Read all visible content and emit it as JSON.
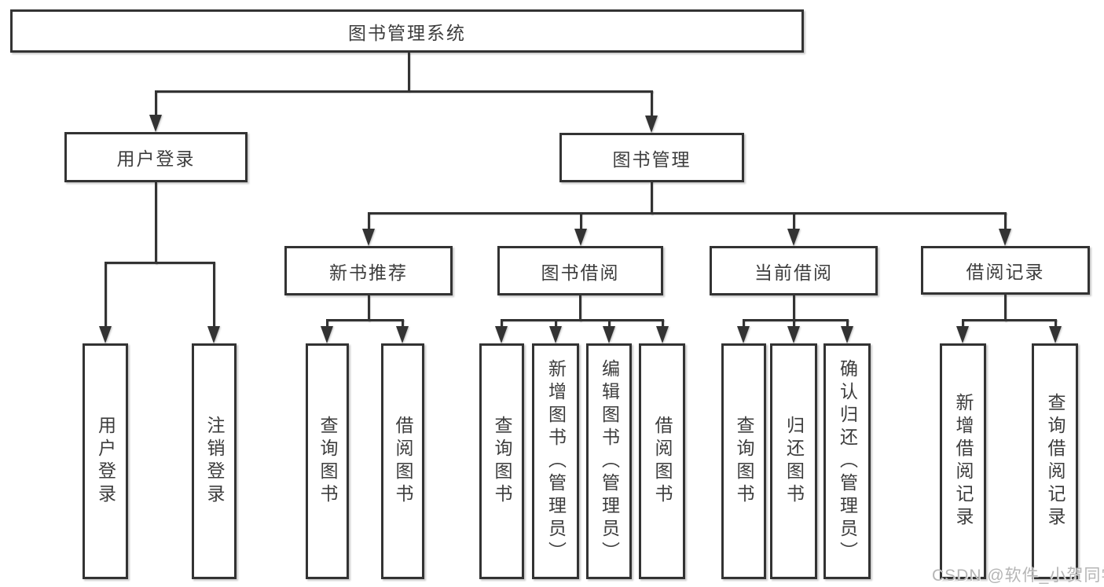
{
  "diagram": {
    "root": {
      "label": "图书管理系统"
    },
    "level2": [
      {
        "label": "用户登录"
      },
      {
        "label": "图书管理"
      }
    ],
    "level3": [
      {
        "label": "新书推荐"
      },
      {
        "label": "图书借阅"
      },
      {
        "label": "当前借阅"
      },
      {
        "label": "借阅记录"
      }
    ],
    "leaves": [
      {
        "label": "用户登录"
      },
      {
        "label": "注销登录"
      },
      {
        "label": "查询图书"
      },
      {
        "label": "借阅图书"
      },
      {
        "label": "查询图书"
      },
      {
        "label": "新增图书（管理员）"
      },
      {
        "label": "编辑图书（管理员）"
      },
      {
        "label": "借阅图书"
      },
      {
        "label": "查询图书"
      },
      {
        "label": "归还图书"
      },
      {
        "label": "确认归还（管理员）"
      },
      {
        "label": "新增借阅记录"
      },
      {
        "label": "查询借阅记录"
      }
    ]
  },
  "watermark": {
    "text": "CSDN @软件_小贺同学"
  },
  "colors": {
    "line": "#333333",
    "text": "#3d3d3d",
    "watermark": "#b5b5b5",
    "background": "#ffffff"
  }
}
